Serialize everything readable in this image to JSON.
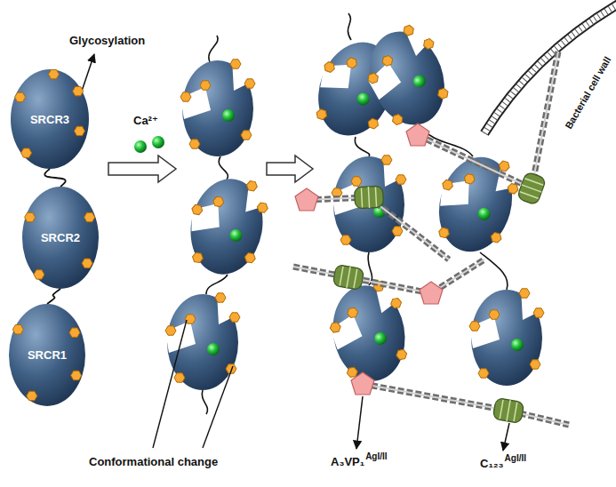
{
  "diagram": {
    "nodes": [
      {
        "text": [
          "SRCR3"
        ]
      },
      {
        "text": [
          "SRCR2"
        ]
      },
      {
        "text": [
          "SRCR1"
        ]
      }
    ],
    "edges": [
      {
        "from": 2,
        "to": 1,
        "arrow": "none"
      },
      {
        "from": 1,
        "to": 0,
        "arrow": "none"
      }
    ],
    "labels": [
      "Glycosylation",
      "Ca²⁺",
      "Conformational change",
      "A₃VP₁",
      "AgI/II",
      "C₁₂₃",
      "AgI/II",
      "Bacterial cell wall"
    ]
  }
}
